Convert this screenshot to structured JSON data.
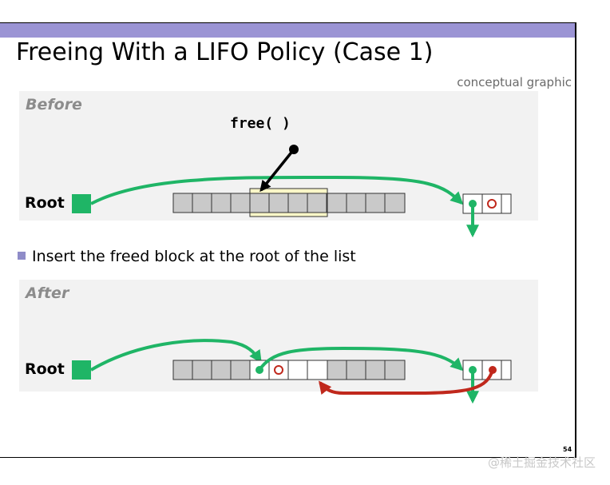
{
  "slide": {
    "title": "Freeing With a LIFO Policy (Case 1)",
    "note": "conceptual graphic",
    "bullet": "Insert the freed block at the root of the list",
    "page_number": "54"
  },
  "before": {
    "label": "Before",
    "root_label": "Root",
    "free_call": "free( )"
  },
  "after": {
    "label": "After",
    "root_label": "Root"
  },
  "watermark": "@稀土掘金技术社区",
  "colors": {
    "header_bar": "#9b94d4",
    "green_pointer": "#1fb566",
    "red_pointer": "#c0281c",
    "panel_bg": "#f2f2f2",
    "block_fill": "#c9c9c9",
    "highlight_fill": "#fbf7c8"
  }
}
